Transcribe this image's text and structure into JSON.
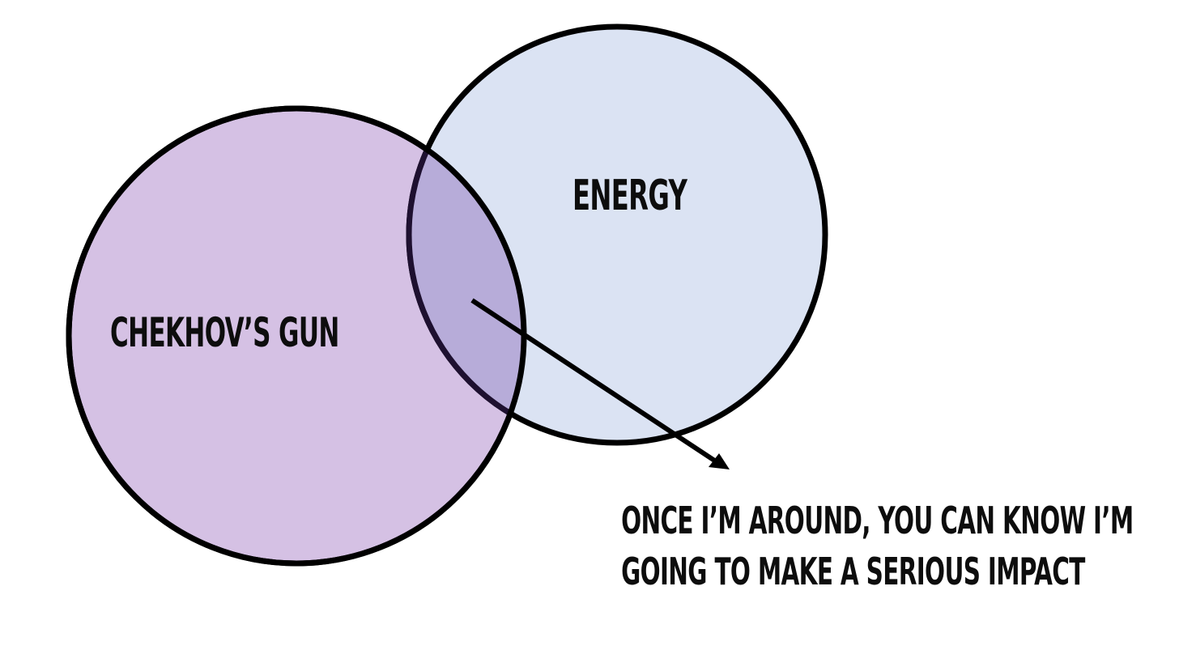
{
  "diagram": {
    "circle_left": {
      "label": "CHEKHOV’S GUN",
      "fill": "#d5c1e4"
    },
    "circle_right": {
      "label": "ENERGY",
      "fill": "#dbe3f3"
    },
    "overlap_fill": "#b7acd9",
    "outline_color": "#000000",
    "annotation": {
      "line1": "ONCE I’M AROUND, YOU CAN KNOW I’M",
      "line2": "GOING TO MAKE A SERIOUS IMPACT"
    }
  }
}
